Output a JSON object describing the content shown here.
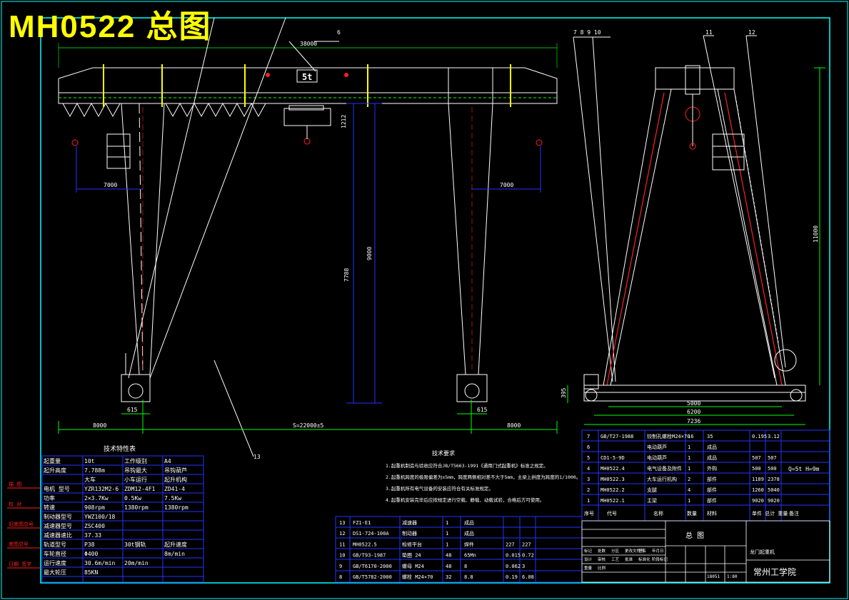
{
  "title": "MH0522 总图",
  "main_view": {
    "span_total": "38000",
    "dim_height_1": "1212",
    "dim_height_2": "7788",
    "dim_height_3": "9000",
    "dim_left_offset": "7000",
    "dim_right_offset": "7000",
    "dim_left_leg": "615",
    "dim_right_leg": "615",
    "dim_left_cantilever": "8000",
    "dim_right_cantilever": "8000",
    "span_label": "S=22000±5",
    "capacity_tag": "5t",
    "balloon_6": "6",
    "balloon_13": "13"
  },
  "side_view": {
    "dim_5000": "5000",
    "dim_6200": "6200",
    "dim_7236": "7236",
    "dim_height": "11000",
    "dim_base": "395",
    "balloon_group": "7 8 9 10",
    "balloon_11": "11",
    "balloon_12": "12"
  },
  "tech_table": {
    "title": "技术特性表",
    "rows": [
      [
        "起重量",
        "10t",
        "工作级别",
        "A4"
      ],
      [
        "起升高度",
        "7.788m",
        "吊钩最大",
        "吊钩葫芦"
      ],
      [
        "",
        "大车",
        "小车运行",
        "起升机构"
      ],
      [
        "电机 型号",
        "YZR132M2-6",
        "ZDM12-4F1",
        "ZD41-4"
      ],
      [
        "功率",
        "2×3.7Kw",
        "0.5Kw",
        "7.5Kw"
      ],
      [
        "转速",
        "908rpm",
        "1380rpm",
        "1380rpm"
      ],
      [
        "制动器型号",
        "YWZ100/18",
        "",
        ""
      ],
      [
        "减速器型号",
        "ZSC400",
        "",
        ""
      ],
      [
        "减速器速比",
        "37.33",
        "",
        ""
      ],
      [
        "轨道型号",
        "P38",
        "30t钢轨",
        "起升速度"
      ],
      [
        "车轮直径",
        "Φ400",
        "",
        "8m/min"
      ],
      [
        "运行速度",
        "30.6m/min",
        "20m/min",
        ""
      ],
      [
        "最大轮压",
        "85KN",
        "",
        ""
      ]
    ]
  },
  "left_stamps": [
    "描 图",
    "校 对",
    "旧底图总号",
    "底图总号",
    "日期 签字"
  ],
  "tech_notes": {
    "title": "技术要求",
    "items": [
      "1.起重机制造与验收应符合JB/T5663-1991《通用门式起重机》标准之规定。",
      "2.起重机跨度的极限偏差为±5mm，跨度两侧相对差不大于5mm，主梁上拱度为跨度的1/1000。",
      "3.起重机所有电气设备的安装应符合有关标准规定。",
      "4.起重机安装完毕后应按规定进行空载、静载、动载试验，合格后方可使用。"
    ]
  },
  "bom_lower": {
    "rows": [
      [
        "13",
        "FZ1-E1",
        "减速器",
        "1",
        "成品",
        "",
        ""
      ],
      [
        "12",
        "DS1-724-100A",
        "制动器",
        "1",
        "成品",
        "",
        ""
      ],
      [
        "11",
        "MH0522.5",
        "检修平台",
        "1",
        "焊件",
        "227",
        "227"
      ],
      [
        "10",
        "GB/T93-1987",
        "垫圈 24",
        "48",
        "65Mn",
        "0.015",
        "0.72"
      ],
      [
        "9",
        "GB/T6170-2000",
        "螺母 M24",
        "48",
        "8",
        "0.062",
        "3"
      ],
      [
        "8",
        "GB/T5782-2000",
        "螺栓 M24×70",
        "32",
        "8.8",
        "0.19",
        "6.08"
      ]
    ]
  },
  "bom_upper": {
    "rows": [
      [
        "7",
        "GB/T27-1988",
        "铰制孔螺栓M24×70",
        "16",
        "35",
        "0.195",
        "3.12"
      ],
      [
        "6",
        "",
        "电动葫芦",
        "1",
        "成品",
        "",
        ""
      ],
      [
        "5",
        "CD1-5-9D",
        "电动葫芦",
        "1",
        "成品",
        "507",
        "507"
      ],
      [
        "4",
        "MH0522.4",
        "电气设备及附件",
        "1",
        "外购",
        "500",
        "500"
      ],
      [
        "3",
        "MH0522.3",
        "大车运行机构",
        "2",
        "部件",
        "1189",
        "2378"
      ],
      [
        "2",
        "MH0522.2",
        "支腿",
        "4",
        "部件",
        "1260",
        "5040"
      ],
      [
        "1",
        "MH0522.1",
        "主梁",
        "1",
        "部件",
        "9020",
        "9020"
      ]
    ],
    "header": [
      "序号",
      "代号",
      "名称",
      "数量",
      "材料",
      "单件 总计 重量",
      "备注"
    ],
    "remark": "Q=5t H=9m"
  },
  "title_block": {
    "drawing_name": "总 图",
    "product_name": "龙门起重机",
    "school": "常州工学院",
    "scale": "1:80",
    "weight": "18051",
    "roles": [
      "标记",
      "处数",
      "分区",
      "更改文件号",
      "签名",
      "年月日",
      "设计",
      "审核",
      "工艺",
      "批准",
      "标准化",
      "阶段标记",
      "重量",
      "比例"
    ]
  },
  "colors": {
    "background": "#000000",
    "line_white": "#ffffff",
    "line_cyan": "#00ffff",
    "line_blue": "#2233ff",
    "line_red": "#ff2020",
    "line_yellow": "#ffff00",
    "line_green": "#00ff00",
    "line_magenta": "#ff00ff",
    "text_cyan": "#00ffff",
    "text_white": "#ffffff"
  }
}
